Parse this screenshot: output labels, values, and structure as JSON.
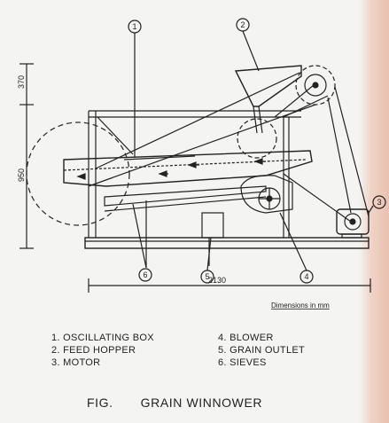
{
  "drawing": {
    "dimensions": {
      "height_top": "370",
      "height_main": "950",
      "width_overall": "2130",
      "units_note": "Dimensions in mm"
    },
    "callouts": [
      "1",
      "2",
      "3",
      "4",
      "5",
      "6",
      "6"
    ]
  },
  "legend": {
    "items": [
      "1. OSCILLATING BOX",
      "2. FEED HOPPER",
      "3. MOTOR",
      "4. BLOWER",
      "5. GRAIN OUTLET",
      "6. SIEVES"
    ]
  },
  "caption": {
    "fig": "FIG.",
    "title": "GRAIN WINNOWER"
  }
}
